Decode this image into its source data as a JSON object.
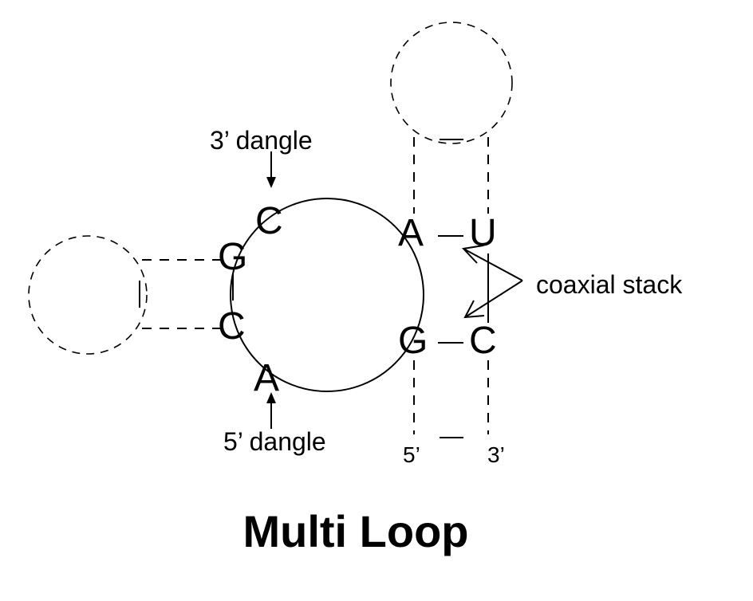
{
  "title": "Multi Loop",
  "labels": {
    "dangle_3": "3’ dangle",
    "dangle_5": "5’ dangle",
    "coaxial_stack": "coaxial stack",
    "end_5": "5’",
    "end_3": "3’"
  },
  "bases": {
    "c_top": "C",
    "g_left": "G",
    "c_left": "C",
    "a_bottom": "A",
    "a_right": "A",
    "u_right": "U",
    "g_right": "G",
    "c_right": "C"
  },
  "colors": {
    "ink": "#000000",
    "background": "#ffffff"
  }
}
